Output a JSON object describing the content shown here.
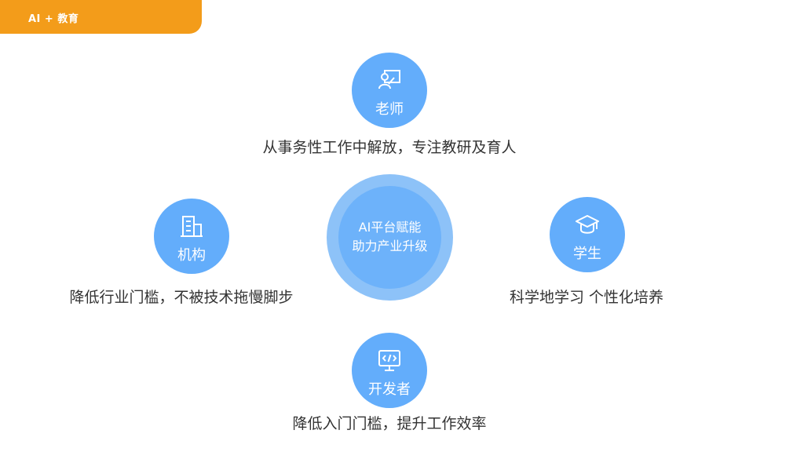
{
  "header": {
    "title": "AI + 教育"
  },
  "center": {
    "line1": "AI平台赋能",
    "line2": "助力产业升级"
  },
  "nodes": {
    "teacher": {
      "label": "老师",
      "icon": "teacher-board-icon",
      "description": "从事务性工作中解放，专注教研及育人"
    },
    "institution": {
      "label": "机构",
      "icon": "building-icon",
      "description": "降低行业门槛，不被技术拖慢脚步"
    },
    "student": {
      "label": "学生",
      "icon": "graduation-cap-icon",
      "description": "科学地学习 个性化培养"
    },
    "developer": {
      "label": "开发者",
      "icon": "code-monitor-icon",
      "description": "降低入门门槛，提升工作效率"
    }
  },
  "colors": {
    "accent": "#f39c1a",
    "circle": "#63adfb",
    "hub_outer": "#8dc2f8",
    "hub_inner": "#6db2fa",
    "text": "#333333"
  }
}
